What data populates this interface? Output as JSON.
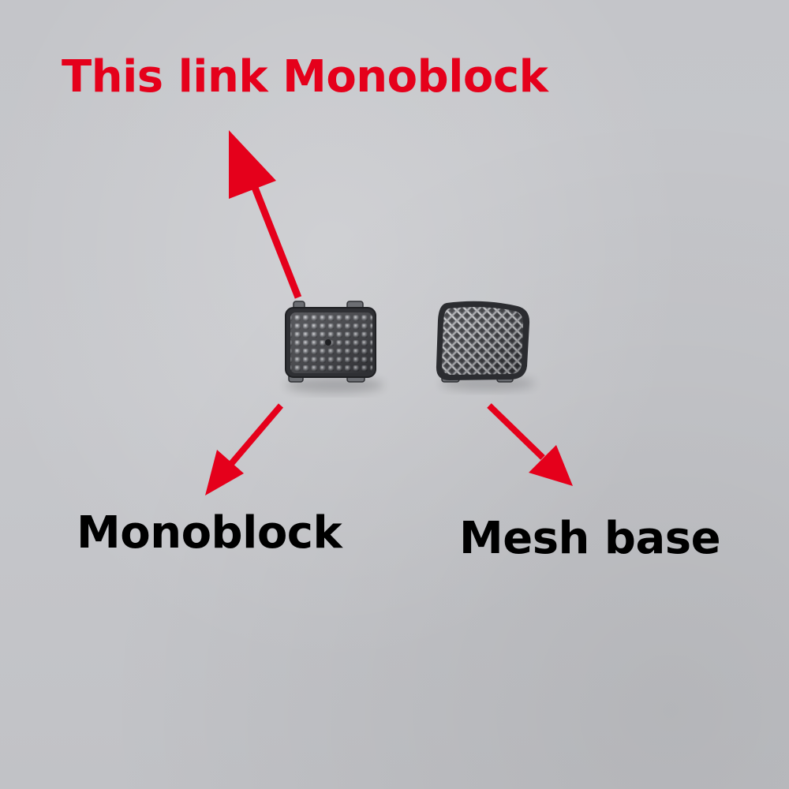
{
  "annotations": {
    "top_label": "This link Monoblock",
    "left_label": "Monoblock",
    "right_label": "Mesh base"
  },
  "colors": {
    "arrow": "#e5001b",
    "top_label": "#e5001b",
    "bottom_labels": "#000000",
    "background": "#c4c5c9",
    "metal": "#5a5c61"
  },
  "objects": {
    "left_item": "monoblock-bracket-base",
    "right_item": "mesh-bracket-base"
  }
}
